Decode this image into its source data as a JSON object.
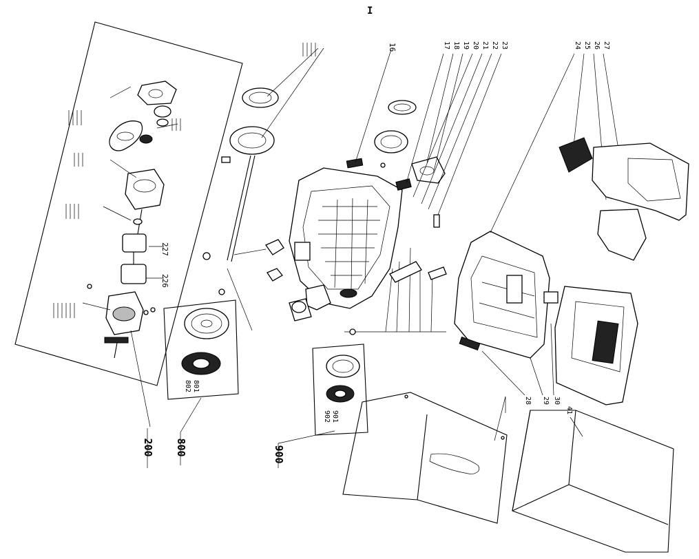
{
  "diagram": {
    "top_mark": "I",
    "groups": [
      {
        "id": "200",
        "label": "200"
      },
      {
        "id": "800",
        "label": "800"
      },
      {
        "id": "900",
        "label": "900"
      }
    ],
    "sub_labels": {
      "group_900": [
        "902",
        "901"
      ],
      "group_800": [
        "802",
        "801"
      ],
      "group_200_a": [
        "227"
      ],
      "group_200_b": [
        "226"
      ]
    },
    "callouts": {
      "top_center": [
        "16"
      ],
      "top_right_cluster": [
        "17",
        "18",
        "19",
        "20",
        "21",
        "22",
        "23"
      ],
      "far_right_cluster": [
        "24",
        "25",
        "26",
        "27"
      ],
      "bottom_right": [
        "28",
        "29",
        "30"
      ],
      "box": [
        "41"
      ]
    }
  }
}
